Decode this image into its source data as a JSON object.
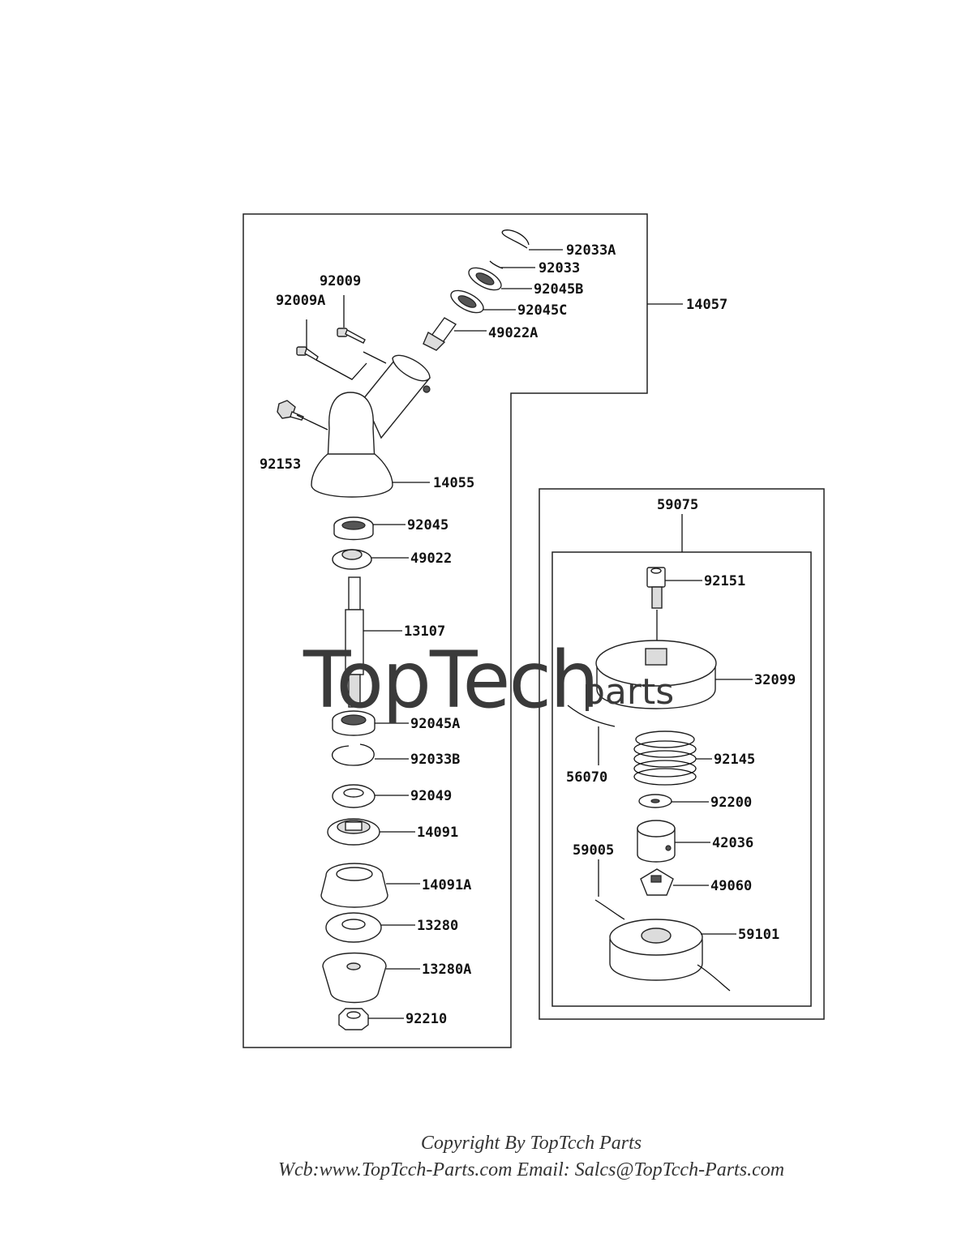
{
  "labels": {
    "p92033A": "92033A",
    "p92033": "92033",
    "p92045B": "92045B",
    "p92045C": "92045C",
    "p49022A": "49022A",
    "p14057": "14057",
    "p92009": "92009",
    "p92009A": "92009A",
    "p92153": "92153",
    "p14055": "14055",
    "p92045": "92045",
    "p49022": "49022",
    "p13107": "13107",
    "p92045A": "92045A",
    "p92033B": "92033B",
    "p92049": "92049",
    "p14091": "14091",
    "p14091A": "14091A",
    "p13280": "13280",
    "p13280A": "13280A",
    "p92210": "92210",
    "p59075": "59075",
    "p92151": "92151",
    "p32099": "32099",
    "p56070": "56070",
    "p92145": "92145",
    "p92200": "92200",
    "p59005": "59005",
    "p42036": "42036",
    "p49060": "49060",
    "p59101": "59101"
  },
  "watermark": {
    "main": "TopTech",
    "sub": "parts"
  },
  "footer": {
    "line1": "Copyright By TopTcch Parts",
    "line2": "Wcb:www.TopTcch-Parts.com  Email: Salcs@TopTcch-Parts.com"
  }
}
